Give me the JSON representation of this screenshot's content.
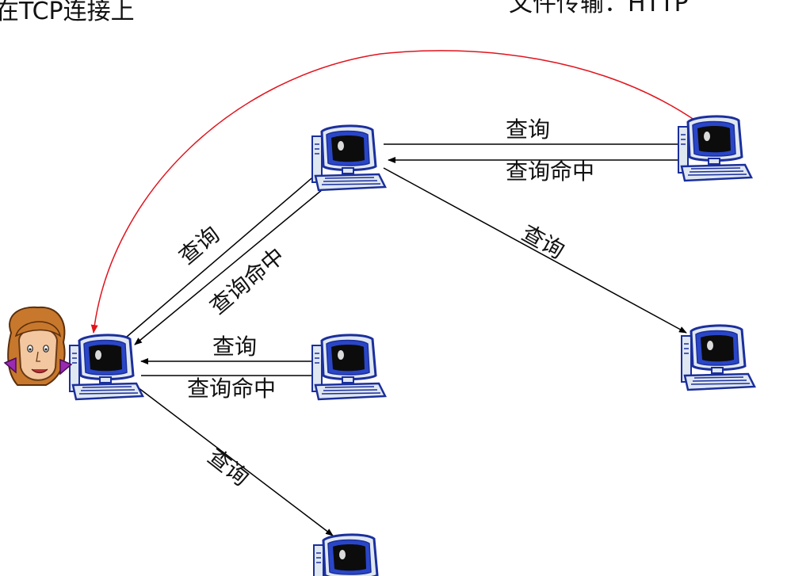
{
  "header": {
    "left_text_fragment": "在TCP连接上",
    "right_text": "文件传输：HTTP"
  },
  "nodes": {
    "user": {
      "icon": "user-person-icon"
    },
    "peer": {
      "icon": "desktop-computer-icon"
    }
  },
  "edges": {
    "query": "查询",
    "query_hit": "查询命中"
  },
  "colors": {
    "arrow": "#000000",
    "file_transfer_arrow": "#e0141e",
    "monitor_body": "#1b2f9c",
    "monitor_shell": "#dfe7f1",
    "screen": "#0c0c0c"
  }
}
